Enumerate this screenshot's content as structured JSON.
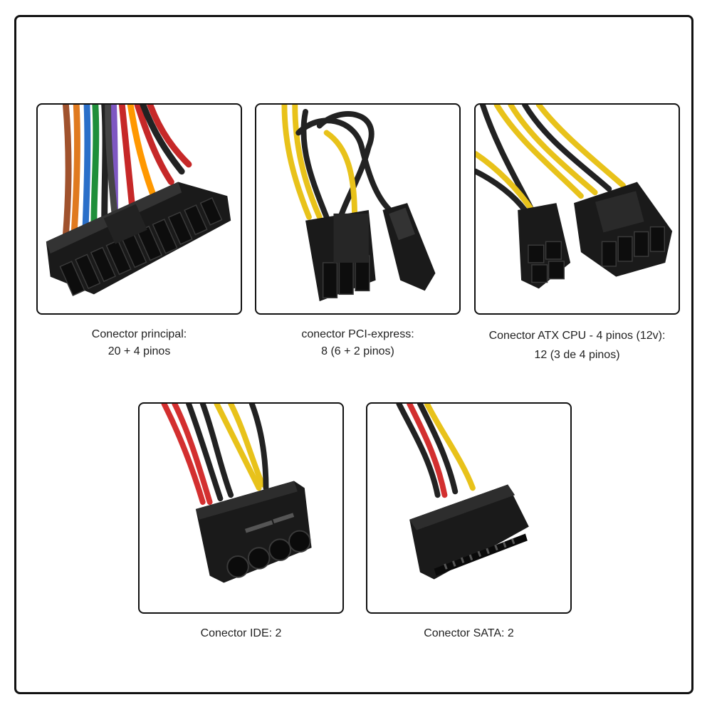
{
  "connectors": [
    {
      "name": "Conector principal:",
      "detail": "20 + 4 pinos",
      "connector_icon": "atx-24pin-connector-photo",
      "wire_colors": [
        "#a0522d",
        "#2a6fc9",
        "#1f8f3a",
        "#c62828",
        "#7e57c2",
        "#ff9800",
        "#222222"
      ]
    },
    {
      "name": "conector PCI-express:",
      "detail": "8 (6 + 2 pinos)",
      "connector_icon": "pcie-8pin-connector-photo",
      "wire_colors": [
        "#e8c21a",
        "#222222"
      ]
    },
    {
      "name": "Conector ATX CPU - 4 pinos (12v):",
      "detail": "12 (3 de 4 pinos)",
      "connector_icon": "cpu-4pin-connector-photo",
      "wire_colors": [
        "#e8c21a",
        "#222222"
      ]
    },
    {
      "name": "Conector IDE: 2",
      "detail": "",
      "connector_icon": "molex-ide-connector-photo",
      "wire_colors": [
        "#d32f2f",
        "#222222",
        "#e8c21a"
      ]
    },
    {
      "name": "Conector SATA: 2",
      "detail": "",
      "connector_icon": "sata-power-connector-photo",
      "wire_colors": [
        "#222222",
        "#d32f2f",
        "#e8c21a"
      ]
    }
  ]
}
